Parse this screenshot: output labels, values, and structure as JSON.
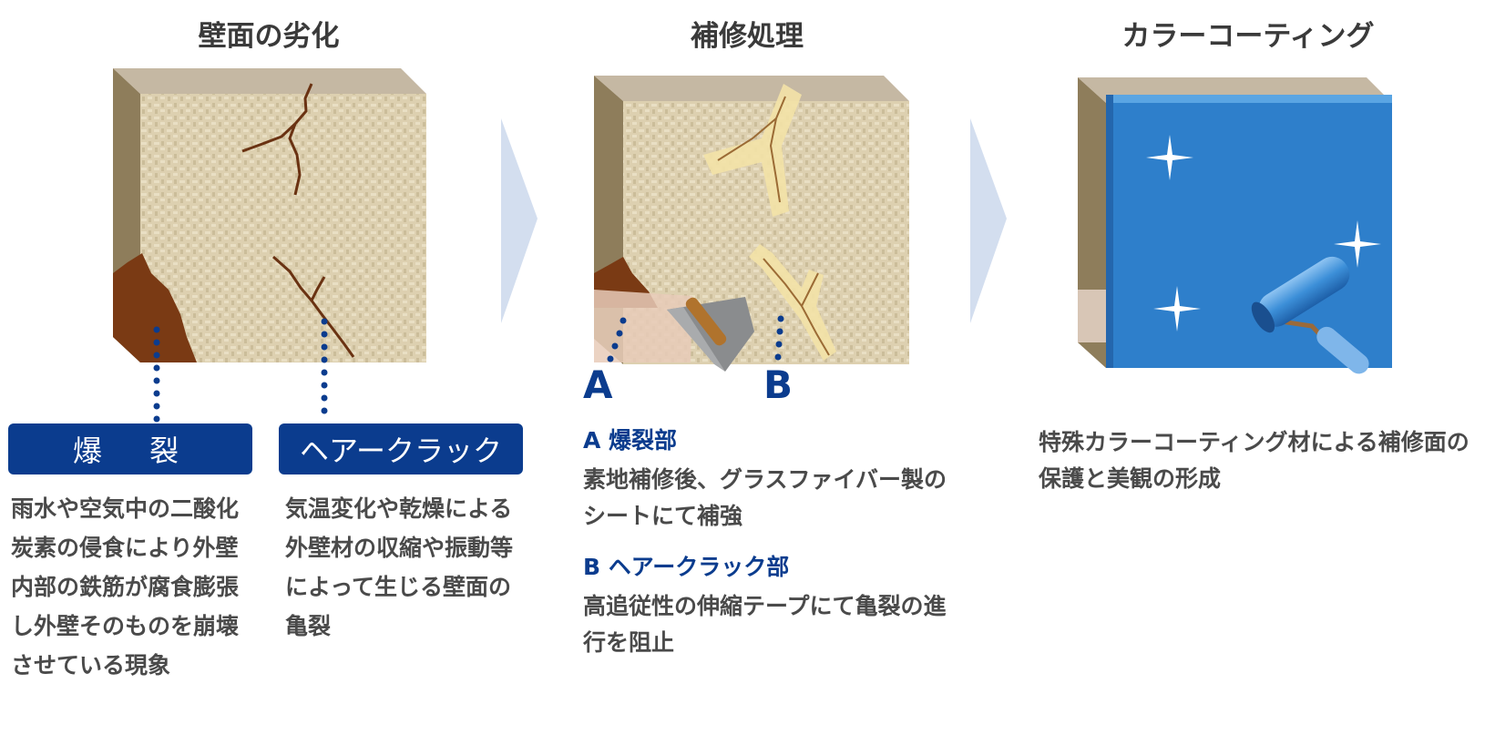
{
  "steps": [
    {
      "title": "壁面の劣化"
    },
    {
      "title": "補修処理"
    },
    {
      "title": "カラーコーティング"
    }
  ],
  "deterioration": {
    "tag_explosion": "爆　裂",
    "tag_hair": "ヘアークラック",
    "explosion_text": "雨水や空気中の二酸化炭素の侵食により外壁内部の鉄筋が腐食膨張し外壁そのものを崩壊させている現象",
    "hair_text": "気温変化や乾燥による外壁材の収縮や振動等によって生じる壁面の亀裂"
  },
  "repair": {
    "label_a": "A",
    "label_b": "B",
    "a_title": "A 爆裂部",
    "a_text": "素地補修後、グラスファイバー製のシートにて補強",
    "b_title": "B ヘアークラック部",
    "b_text": "高追従性の伸縮テープにて亀裂の進行を阻止"
  },
  "coating": {
    "text": "特殊カラーコーティング材による補修面の保護と美観の形成"
  },
  "colors": {
    "tag_bg": "#0b3c8e",
    "wall": "#ddd0b0",
    "coating": "#2e7fcb",
    "arrow": "#d3deef",
    "rust": "#7a3a14"
  }
}
